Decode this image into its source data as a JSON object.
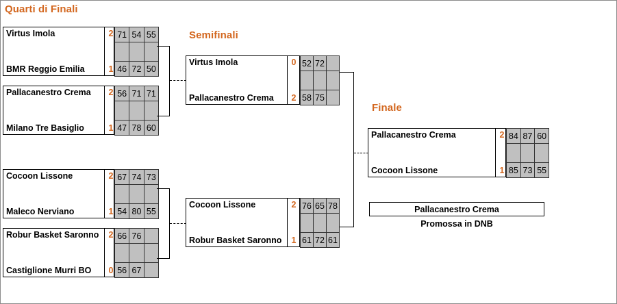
{
  "page": {
    "background": "#ffffff",
    "border_color": "#8a8a8a",
    "accent_color": "#d3671f",
    "cell_color": "#c0c0c0"
  },
  "rounds": [
    {
      "id": "quarterfinals",
      "title": "Quarti di Finali"
    },
    {
      "id": "semifinals",
      "title": "Semifinali"
    },
    {
      "id": "final",
      "title": "Finale"
    }
  ],
  "quarterfinals": [
    {
      "id": "qf1",
      "top": {
        "team": "Virtus Imola",
        "wins": "2",
        "scores": [
          "71",
          "54",
          "55"
        ]
      },
      "bottom": {
        "team": "BMR Reggio Emilia",
        "wins": "1",
        "scores": [
          "46",
          "72",
          "50"
        ]
      }
    },
    {
      "id": "qf2",
      "top": {
        "team": "Pallacanestro Crema",
        "wins": "2",
        "scores": [
          "56",
          "71",
          "71"
        ]
      },
      "bottom": {
        "team": "Milano Tre Basiglio",
        "wins": "1",
        "scores": [
          "47",
          "78",
          "60"
        ]
      }
    },
    {
      "id": "qf3",
      "top": {
        "team": "Cocoon Lissone",
        "wins": "2",
        "scores": [
          "67",
          "74",
          "73"
        ]
      },
      "bottom": {
        "team": "Maleco Nerviano",
        "wins": "1",
        "scores": [
          "54",
          "80",
          "55"
        ]
      }
    },
    {
      "id": "qf4",
      "top": {
        "team": "Robur Basket Saronno",
        "wins": "2",
        "scores": [
          "66",
          "76",
          ""
        ]
      },
      "bottom": {
        "team": "Castiglione Murri BO",
        "wins": "0",
        "scores": [
          "56",
          "67",
          ""
        ]
      }
    }
  ],
  "semifinals": [
    {
      "id": "sf1",
      "top": {
        "team": "Virtus Imola",
        "wins": "0",
        "scores": [
          "52",
          "72",
          ""
        ]
      },
      "bottom": {
        "team": "Pallacanestro Crema",
        "wins": "2",
        "scores": [
          "58",
          "75",
          ""
        ]
      }
    },
    {
      "id": "sf2",
      "top": {
        "team": "Cocoon Lissone",
        "wins": "2",
        "scores": [
          "76",
          "65",
          "78"
        ]
      },
      "bottom": {
        "team": "Robur Basket Saronno",
        "wins": "1",
        "scores": [
          "61",
          "72",
          "61"
        ]
      }
    }
  ],
  "final": {
    "id": "final-match",
    "top": {
      "team": "Pallacanestro Crema",
      "wins": "2",
      "scores": [
        "84",
        "87",
        "60"
      ]
    },
    "bottom": {
      "team": "Cocoon Lissone",
      "wins": "1",
      "scores": [
        "85",
        "73",
        "55"
      ]
    }
  },
  "winner": {
    "team": "Pallacanestro Crema",
    "caption": "Promossa in DNB"
  }
}
